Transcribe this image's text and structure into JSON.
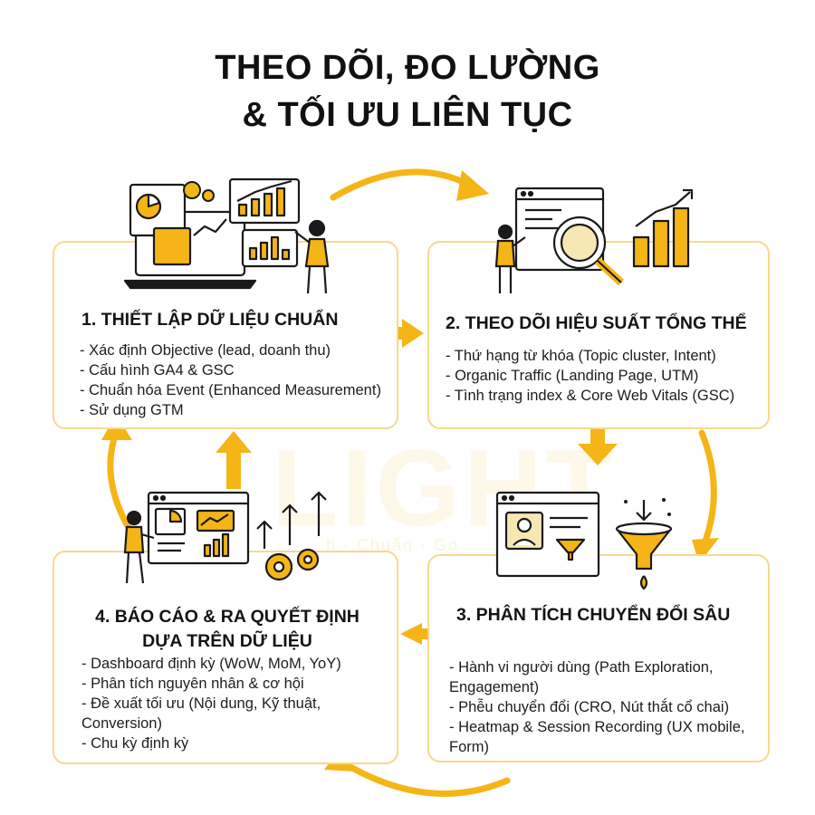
{
  "title": {
    "line1": "THEO DÕI, ĐO LƯỜNG",
    "line2": "& TỐI ƯU LIÊN TỤC"
  },
  "watermark": {
    "text": "LIGHT",
    "tagline": "h · Chuẩn · Gọ"
  },
  "colors": {
    "accent": "#f5b517",
    "card_border": "#f6d98a",
    "text": "#141414"
  },
  "steps": [
    {
      "title": "1. THIẾT LẬP DỮ LIỆU CHUẨN",
      "items": [
        "- Xác định Objective (lead, doanh thu)",
        "- Cấu hình GA4 & GSC",
        "- Chuẩn hóa Event (Enhanced Measurement)",
        "- Sử dụng GTM"
      ],
      "illustration": "dashboard-analytics-illustration"
    },
    {
      "title": "2. THEO DÕI HIỆU SUẤT TỔNG THỂ",
      "items": [
        "- Thứ hạng từ khóa (Topic cluster, Intent)",
        "- Organic Traffic (Landing Page, UTM)",
        "- Tình trạng index & Core Web Vitals (GSC)"
      ],
      "illustration": "magnifier-report-illustration"
    },
    {
      "title": "3. PHÂN TÍCH CHUYỂN ĐỔI SÂU",
      "items": [
        "- Hành vi người dùng (Path Exploration, Engagement)",
        "- Phễu chuyển đổi (CRO, Nút thắt cổ chai)",
        "- Heatmap & Session Recording (UX mobile, Form)"
      ],
      "illustration": "conversion-funnel-illustration"
    },
    {
      "title_line1": "4. BÁO CÁO & RA QUYẾT ĐỊNH",
      "title_line2": "DỰA TRÊN DỮ LIỆU",
      "items": [
        "- Dashboard định kỳ (WoW, MoM, YoY)",
        "- Phân tích nguyên nhân & cơ hội",
        "- Đề xuất tối ưu (Nội dung, Kỹ thuật, Conversion)",
        "- Chu kỳ định kỳ"
      ],
      "illustration": "report-growth-illustration"
    }
  ]
}
